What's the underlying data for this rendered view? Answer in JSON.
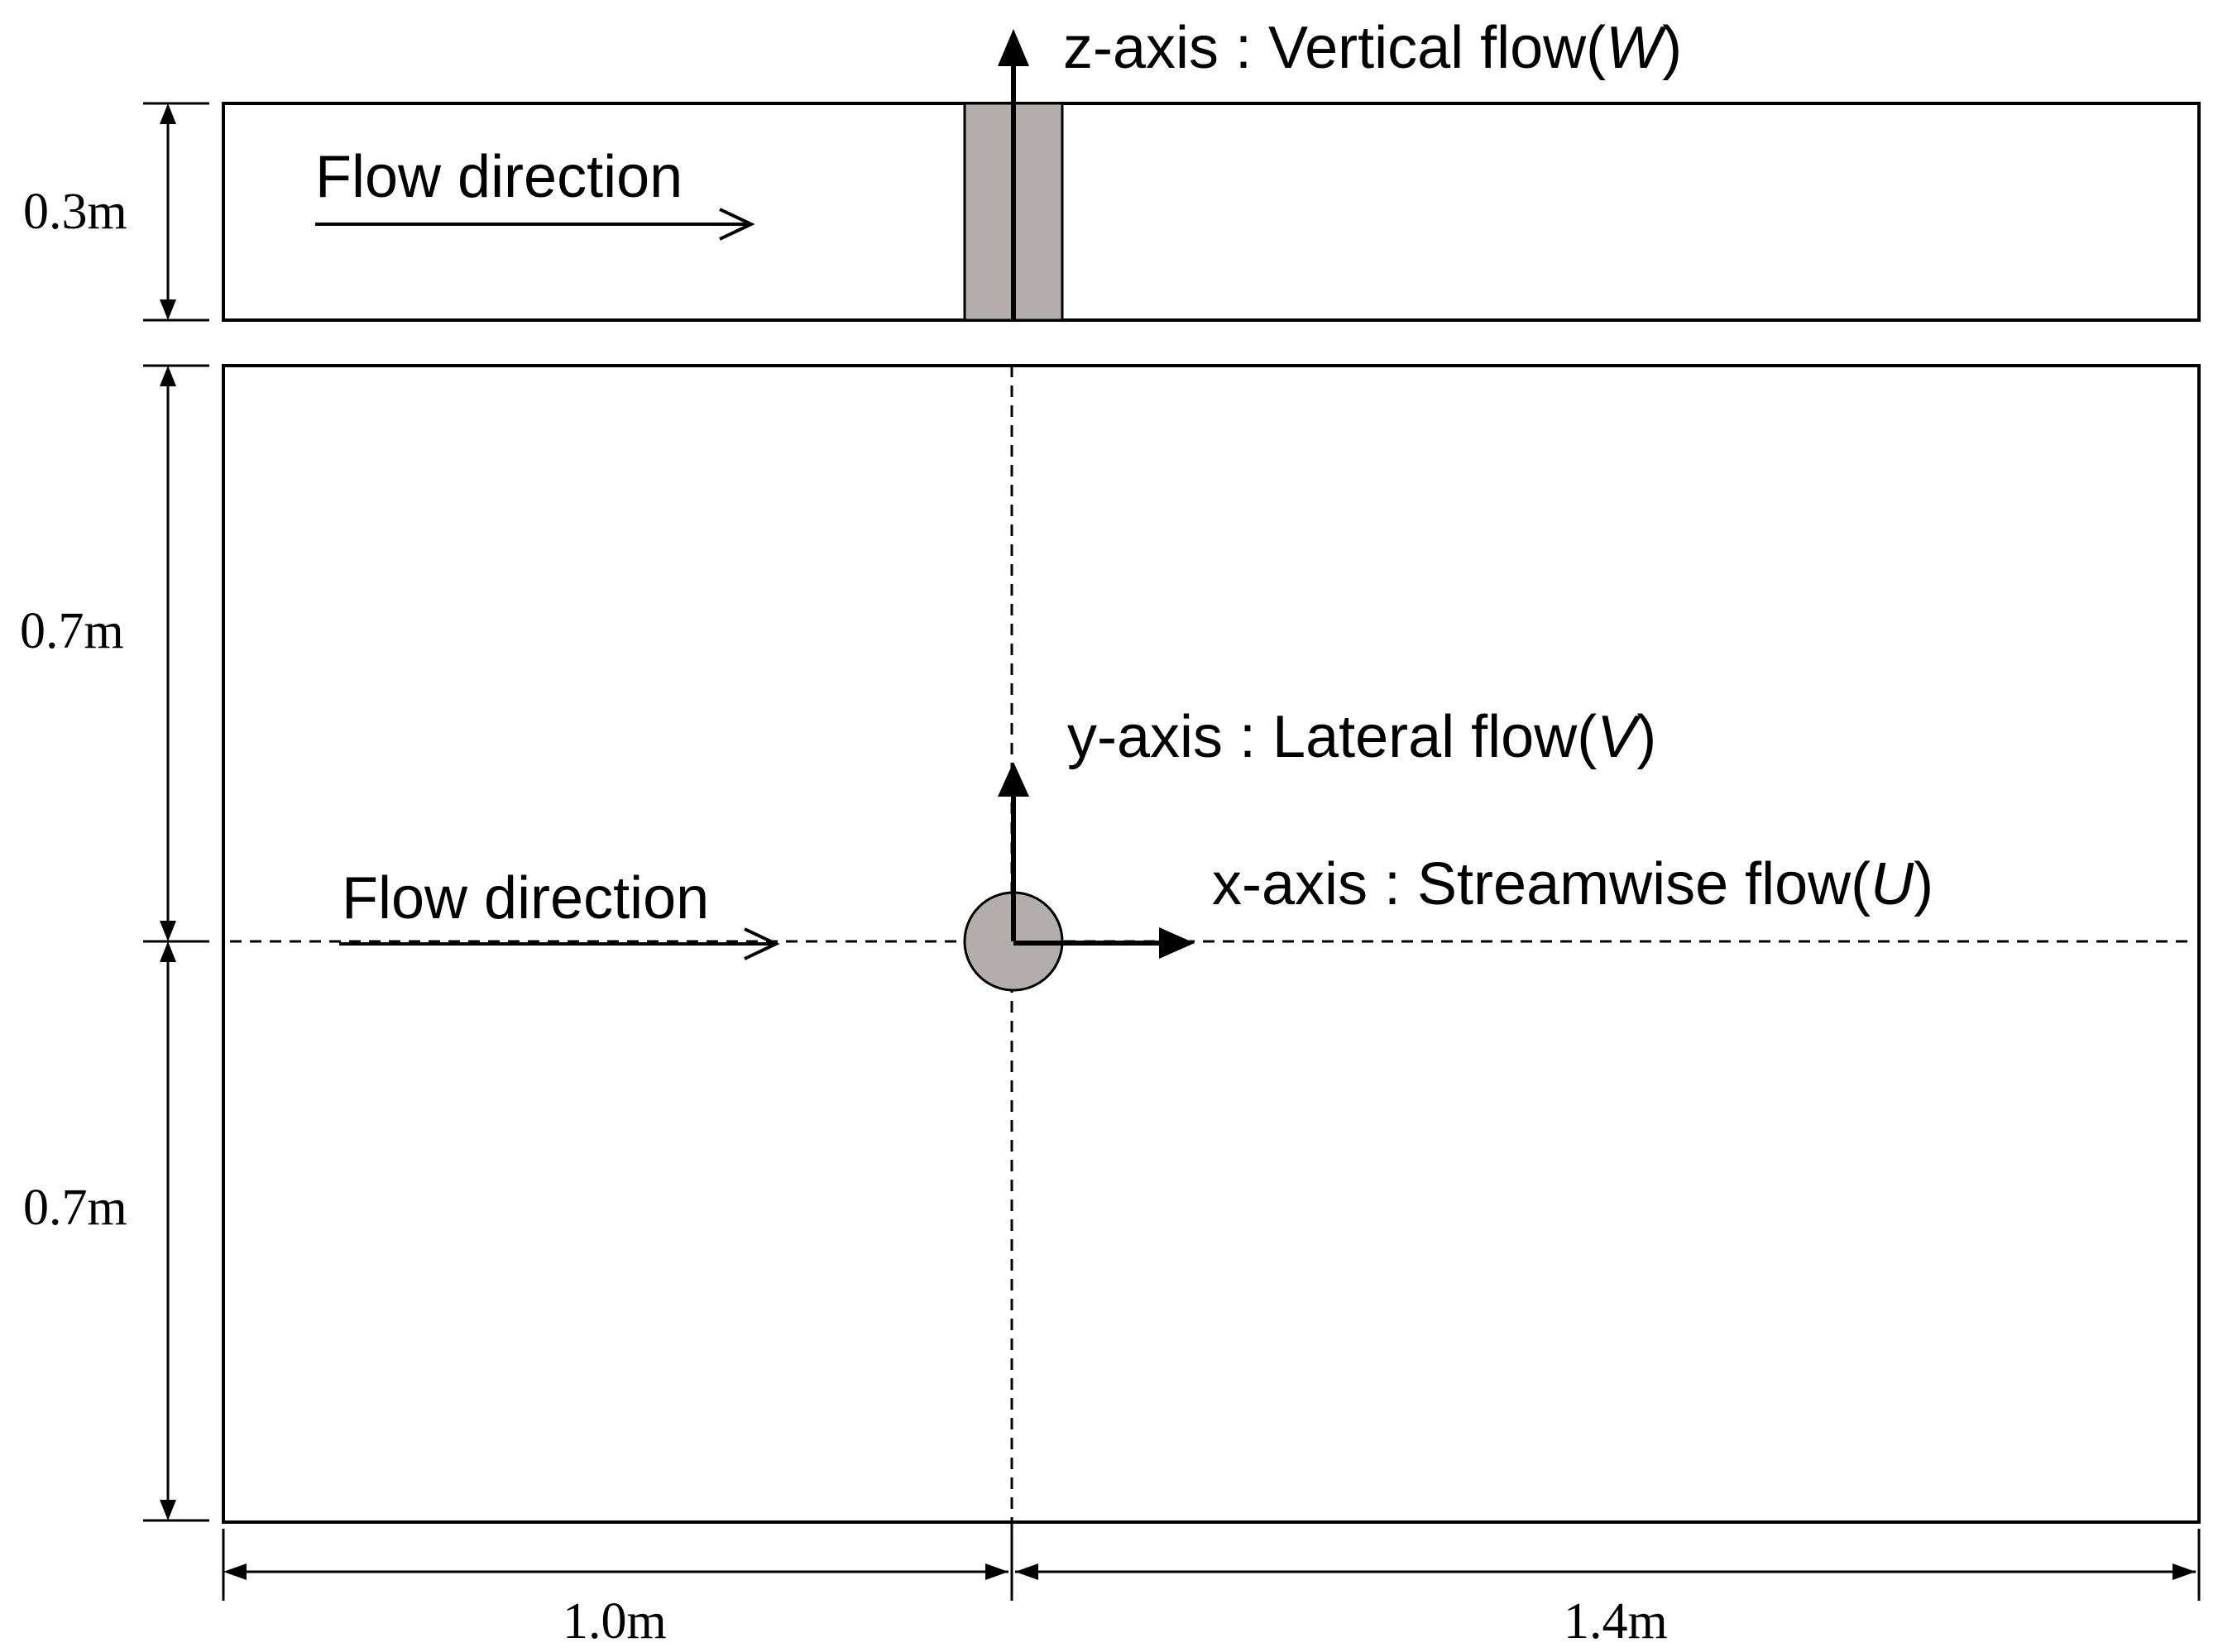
{
  "side_view": {
    "depth_label": "0.3m",
    "flow_label": "Flow direction"
  },
  "z_axis": {
    "prefix": "z-axis : Vertical flow(",
    "symbol": "W",
    "suffix": ")"
  },
  "plan_view": {
    "upper_width_label": "0.7m",
    "lower_width_label": "0.7m",
    "flow_label": "Flow direction",
    "upstream_length_label": "1.0m",
    "downstream_length_label": "1.4m"
  },
  "y_axis": {
    "prefix": "y-axis : Lateral flow(",
    "symbol": "V",
    "suffix": ")"
  },
  "x_axis": {
    "prefix": "x-axis : Streamwise flow(",
    "symbol": "U",
    "suffix": ")"
  },
  "colors": {
    "cylinder_fill": "#b3aeab",
    "line": "#000000",
    "background": "#ffffff"
  }
}
